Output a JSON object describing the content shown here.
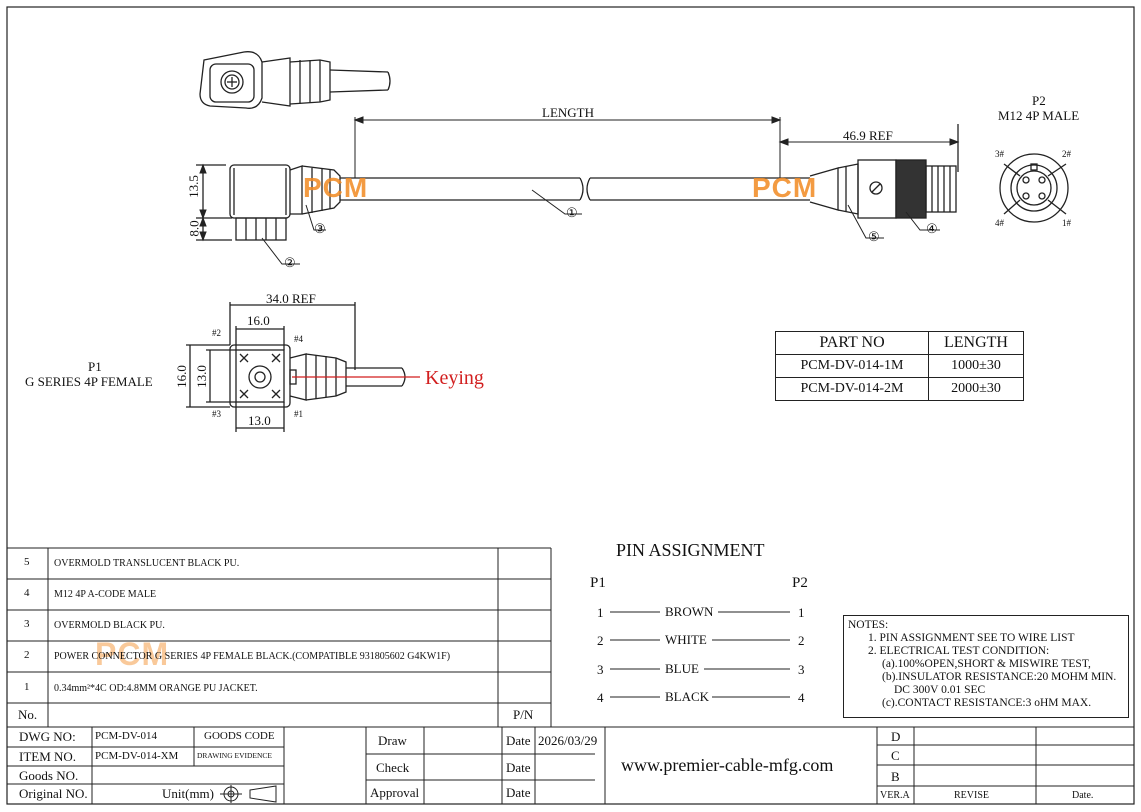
{
  "watermark": "PCM",
  "dims": {
    "length": "LENGTH",
    "ref_right": "46.9 REF",
    "ref_p1": "34.0 REF",
    "d135": "13.5",
    "d80": "8.0",
    "d160a": "16.0",
    "d160b": "16.0",
    "d130a": "13.0",
    "d130b": "13.0"
  },
  "callouts": [
    "①",
    "②",
    "③",
    "④",
    "⑤"
  ],
  "p1": {
    "title": "P1",
    "subtitle": "G SERIES  4P FEMALE",
    "pins": [
      "#2",
      "#4",
      "#3",
      "#1"
    ],
    "keying": "Keying"
  },
  "p2": {
    "title": "P2",
    "subtitle": "M12 4P MALE",
    "pins": [
      "3#",
      "2#",
      "4#",
      "1#"
    ]
  },
  "parts_table": {
    "headers": [
      "PART NO",
      "LENGTH"
    ],
    "rows": [
      [
        "PCM-DV-014-1M",
        "1000±30"
      ],
      [
        "PCM-DV-014-2M",
        "2000±30"
      ]
    ]
  },
  "bom": {
    "rows": [
      {
        "no": "5",
        "desc": "OVERMOLD TRANSLUCENT BLACK PU."
      },
      {
        "no": "4",
        "desc": "M12 4P A-CODE  MALE"
      },
      {
        "no": "3",
        "desc": "OVERMOLD BLACK PU."
      },
      {
        "no": "2",
        "desc": "POWER CONNECTOR G SERIES  4P FEMALE BLACK.(COMPATIBLE 931805602 G4KW1F)"
      },
      {
        "no": "1",
        "desc": "0.34mm²*4C OD:4.8MM ORANGE PU JACKET."
      }
    ],
    "footer_no": "No.",
    "footer_pn": "P/N"
  },
  "pin_assignment": {
    "title": "PIN   ASSIGNMENT",
    "left_head": "P1",
    "right_head": "P2",
    "rows": [
      {
        "l": "1",
        "color": "BROWN",
        "r": "1"
      },
      {
        "l": "2",
        "color": "WHITE",
        "r": "2"
      },
      {
        "l": "3",
        "color": "BLUE",
        "r": "3"
      },
      {
        "l": "4",
        "color": "BLACK",
        "r": "4"
      }
    ]
  },
  "notes": {
    "title": "NOTES:",
    "lines": [
      "1.  PIN ASSIGNMENT SEE TO WIRE LIST",
      "2.  ELECTRICAL TEST CONDITION:",
      "(a).100%OPEN,SHORT & MISWIRE TEST,",
      "(b).INSULATOR RESISTANCE:20 MOHM MIN.",
      "DC 300V 0.01 SEC",
      "(c).CONTACT RESISTANCE:3 oHM MAX."
    ]
  },
  "title_block": {
    "dwg_no_label": "DWG NO:",
    "dwg_no": "PCM-DV-014",
    "goods_code": "GOODS CODE",
    "item_no_label": "ITEM NO.",
    "item_no": "PCM-DV-014-XM",
    "drawing_evidence": "DRAWING EVIDENCE",
    "goods_no_label": "Goods NO.",
    "original_no_label": "Original NO.",
    "unit": "Unit(mm)",
    "draw": "Draw",
    "check": "Check",
    "approval": "Approval",
    "date": "Date",
    "date_value": "2026/03/29",
    "website": "www.premier-cable-mfg.com",
    "rev": [
      "D",
      "C",
      "B"
    ],
    "ver": "VER.A",
    "revise": "REVISE",
    "date_col": "Date."
  }
}
